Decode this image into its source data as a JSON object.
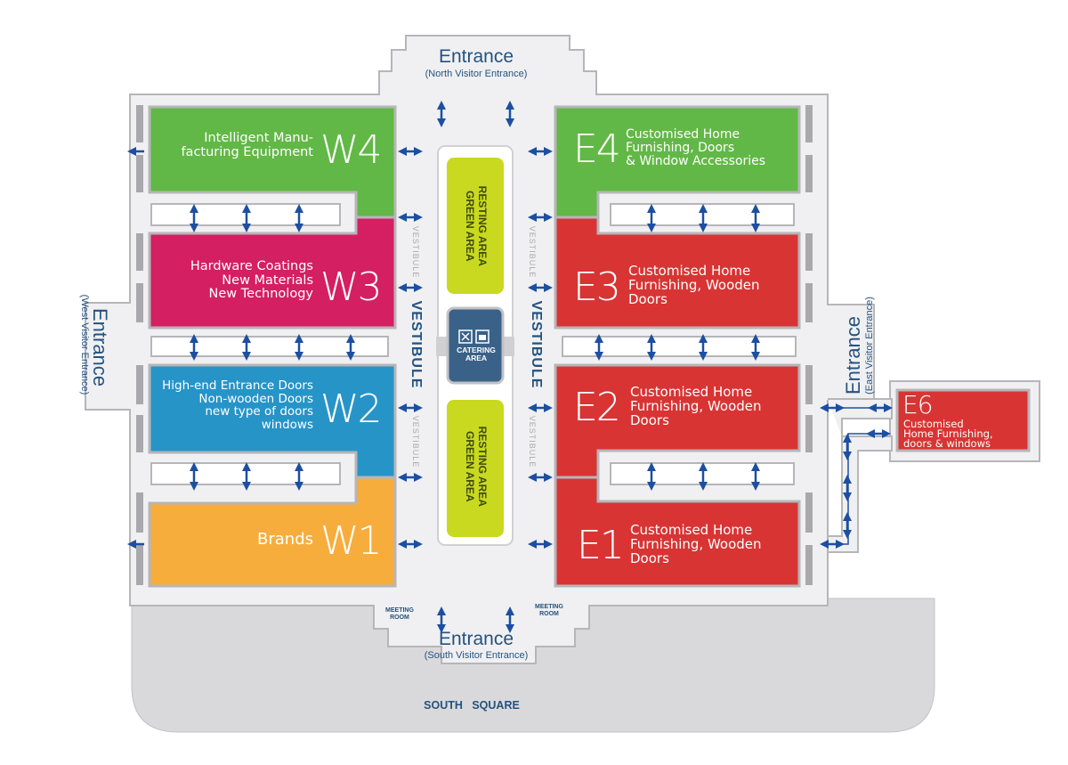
{
  "colors": {
    "w4": "#62b846",
    "w3": "#d41f62",
    "w2": "#2794c8",
    "w1": "#f7ad3c",
    "e4": "#62b846",
    "east": "#d83434",
    "resting": "#c9d920",
    "catering": "#3a6188",
    "navy": "#24527f",
    "arrow": "#1c4fa1",
    "square": "#d9d9db",
    "corridor": "#f0f0f2",
    "wall": "#b6b6b9"
  },
  "halls": {
    "w4": {
      "code": "W4",
      "label": "Intelligent Manu-\nfacturing Equipment"
    },
    "w3": {
      "code": "W3",
      "label": "Hardware Coatings\nNew Materials\nNew Technology"
    },
    "w2": {
      "code": "W2",
      "label": "High-end Entrance Doors\nNon-wooden Doors\nnew type of doors\nwindows"
    },
    "w1": {
      "code": "W1",
      "label": "Brands"
    },
    "e4": {
      "code": "E4",
      "label": "Customised Home\nFurnishing, Doors\n& Window Accessories"
    },
    "e3": {
      "code": "E3",
      "label": "Customised Home\nFurnishing, Wooden\nDoors"
    },
    "e2": {
      "code": "E2",
      "label": "Customised Home\nFurnishing, Wooden\nDoors"
    },
    "e1": {
      "code": "E1",
      "label": "Customised Home\nFurnishing, Wooden\nDoors"
    },
    "e6": {
      "code": "E6",
      "label": "Customised\nHome Furnishing,\ndoors & windows"
    }
  },
  "entrances": {
    "north": {
      "title": "Entrance",
      "subtitle": "(North Visitor Entrance)"
    },
    "south": {
      "title": "Entrance",
      "subtitle": "(South Visitor Entrance)"
    },
    "west": {
      "title": "Entrance",
      "subtitle": "(West Visitor Entrance)"
    },
    "east": {
      "title": "Entrance",
      "subtitle": "(East Visitor Entrance)"
    }
  },
  "center": {
    "resting_top": "RESTING AREA\nGREEN AREA",
    "resting_bottom": "RESTING AREA\nGREEN AREA",
    "catering": "CATERING\nAREA",
    "catering_icons": [
      "cutlery-icon",
      "coffee-cup-icon"
    ]
  },
  "vestibule": {
    "main": "VESTIBULE",
    "small": "VESTIBULE"
  },
  "meeting_room": "MEETING\nROOM",
  "south_square": "SOUTH   SQUARE"
}
